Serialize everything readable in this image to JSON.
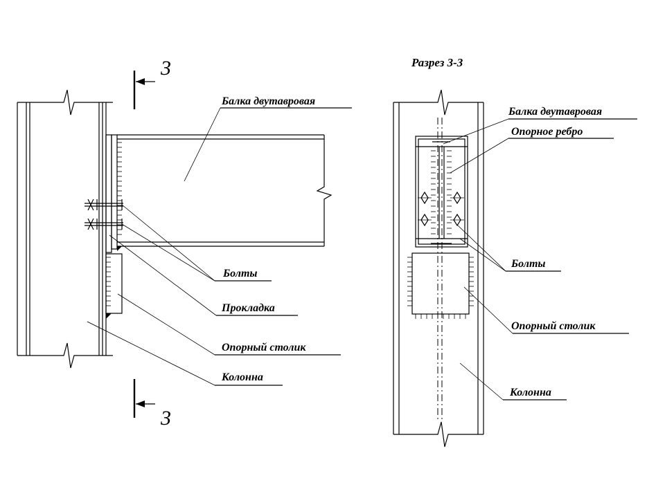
{
  "section_mark": "3",
  "section_title": "Разрез 3-3",
  "left_view": {
    "labels": {
      "beam": "Балка двутавровая",
      "bolts": "Болты",
      "shim": "Прокладка",
      "seat": "Опорный столик",
      "column": "Колонна"
    }
  },
  "right_view": {
    "labels": {
      "beam": "Балка двутавровая",
      "rib": "Опорное ребро",
      "bolts": "Болты",
      "seat": "Опорный столик",
      "column": "Колонна"
    }
  }
}
